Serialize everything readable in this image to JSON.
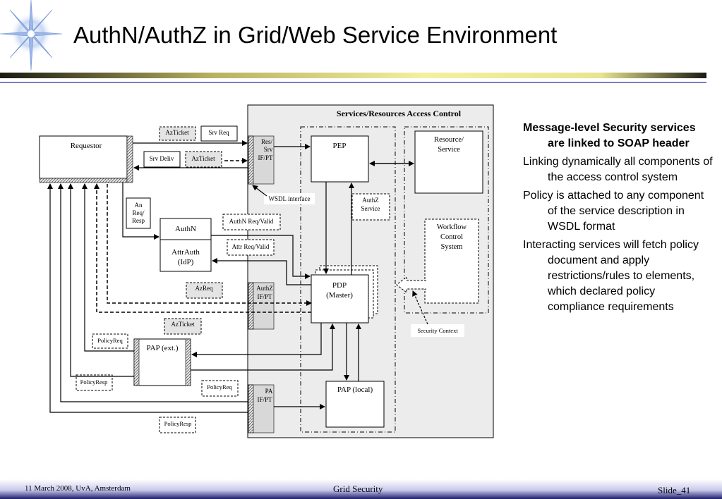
{
  "title": "AuthN/AuthZ in Grid/Web Service Environment",
  "diagram": {
    "container_title": "Services/Resources Access Control",
    "requestor": "Requestor",
    "res_srv_ifpt": [
      "Res/",
      "Srv",
      "IF/PT"
    ],
    "pep": "PEP",
    "resource_service": [
      "Resource/",
      "Service"
    ],
    "az_ticket": "AzTicket",
    "srv_req": "Srv Req",
    "srv_deliv": "Srv Deliv",
    "an_req_resp": [
      "An",
      "Req/",
      "Resp"
    ],
    "wsdl_interface": "WSDL interface",
    "authz_service": [
      "AuthZ",
      "Service"
    ],
    "authn_req_valid": "AuthN Req/Valid",
    "attr_req_valid": "Attr Req/Valid",
    "authn": "AuthN",
    "attrauth": [
      "AttrAuth",
      "(IdP)"
    ],
    "workflow": [
      "Workflow",
      "Control",
      "System"
    ],
    "azreq": "AzReq",
    "authz_ifpt": [
      "AuthZ",
      "IF/PT"
    ],
    "pdp": [
      "PDP",
      "(Master)"
    ],
    "security_context": "Security Context",
    "policy_req": "PolicyReq",
    "policy_resp": "PolicyResp",
    "pap_ext": "PAP (ext.)",
    "pa_ifpt": [
      "PA",
      "IF/PT"
    ],
    "pap_local": "PAP (local)"
  },
  "bullets": [
    "Message-level Security services are linked to SOAP header",
    "Linking dynamically all components of the access control system",
    "Policy is attached to any component of the service description in WSDL format",
    "Interacting services will fetch policy document and apply restrictions/rules to elements, which declared policy compliance requirements"
  ],
  "footer": {
    "date_place": "11 March 2008, UvA, Amsterdam",
    "topic": "Grid Security",
    "slide": "Slide_41"
  }
}
